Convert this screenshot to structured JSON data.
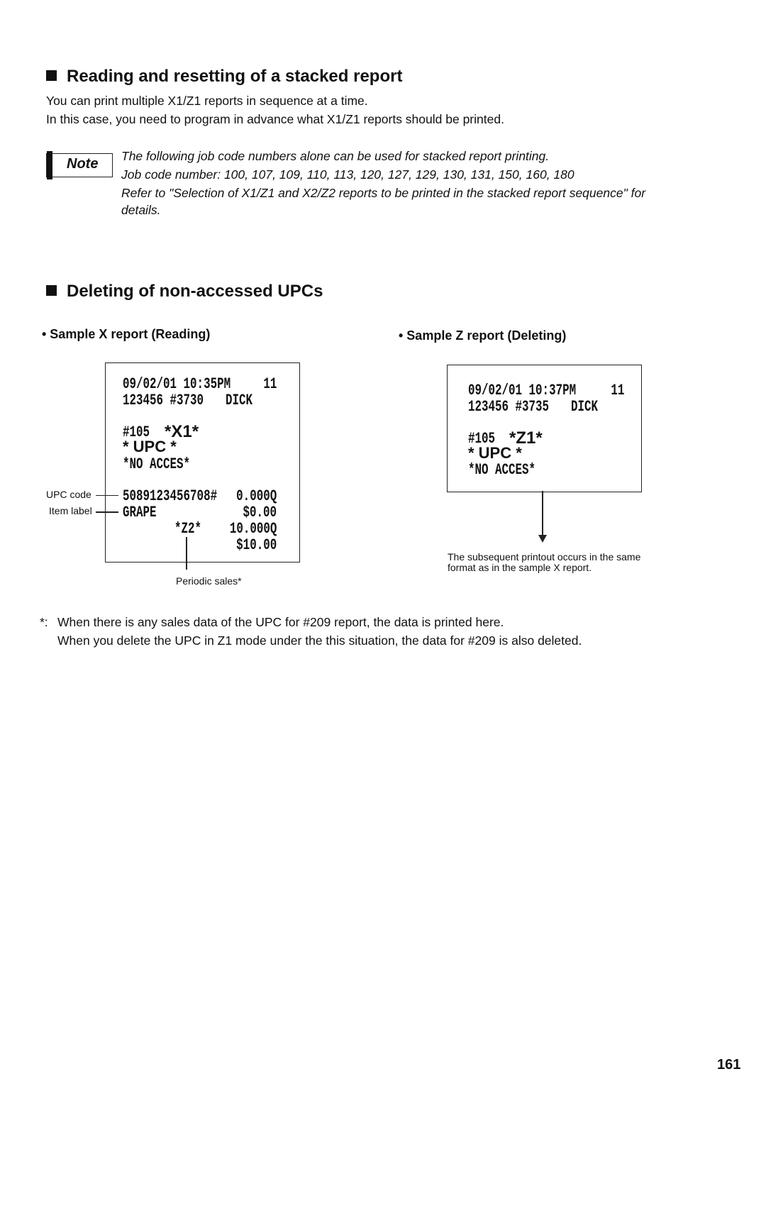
{
  "section1": {
    "title": "Reading and resetting of a stacked report",
    "lines": [
      "You can print multiple X1/Z1 reports in sequence at a time.",
      "In this case, you need to program in advance what X1/Z1 reports should be printed."
    ]
  },
  "note": {
    "label": "Note",
    "lines": [
      "The following job code numbers alone can be used for stacked report printing.",
      "Job code number: 100, 107, 109, 110, 113, 120, 127, 129, 130, 131, 150, 160, 180",
      "Refer to \"Selection of X1/Z1 and X2/Z2 reports to be printed in the stacked report sequence\" for",
      "details."
    ]
  },
  "section2": {
    "title": "Deleting of non-accessed UPCs"
  },
  "sample_x": {
    "title": "• Sample X report (Reading)",
    "date": "09/02/01 10:35PM",
    "num": "11",
    "id": "123456 #3730",
    "clerk": "DICK",
    "job": "#105",
    "mode": "*X1*",
    "upc": "* UPC *",
    "noacc": "*NO ACCES*",
    "code": "5089123456708#",
    "qty1": "0.000Q",
    "item": "GRAPE",
    "amt1": "$0.00",
    "z2": "*Z2*",
    "qty2": "10.000Q",
    "amt2": "$10.00",
    "label_upc": "UPC code",
    "label_item": "Item label",
    "label_periodic": "Periodic sales*"
  },
  "sample_z": {
    "title": "• Sample Z report (Deleting)",
    "date": "09/02/01 10:37PM",
    "num": "11",
    "id": "123456 #3735",
    "clerk": "DICK",
    "job": "#105",
    "mode": "*Z1*",
    "upc": "* UPC *",
    "noacc": "*NO ACCES*",
    "caption": [
      "The subsequent printout occurs in the same",
      "format as in the sample X report."
    ]
  },
  "footnote": {
    "mark": "*:",
    "lines": [
      "When there is any sales data of the UPC for #209 report, the data is printed here.",
      "When you delete the UPC in Z1 mode under the this situation, the data for #209 is also deleted."
    ]
  },
  "page_number": "161"
}
